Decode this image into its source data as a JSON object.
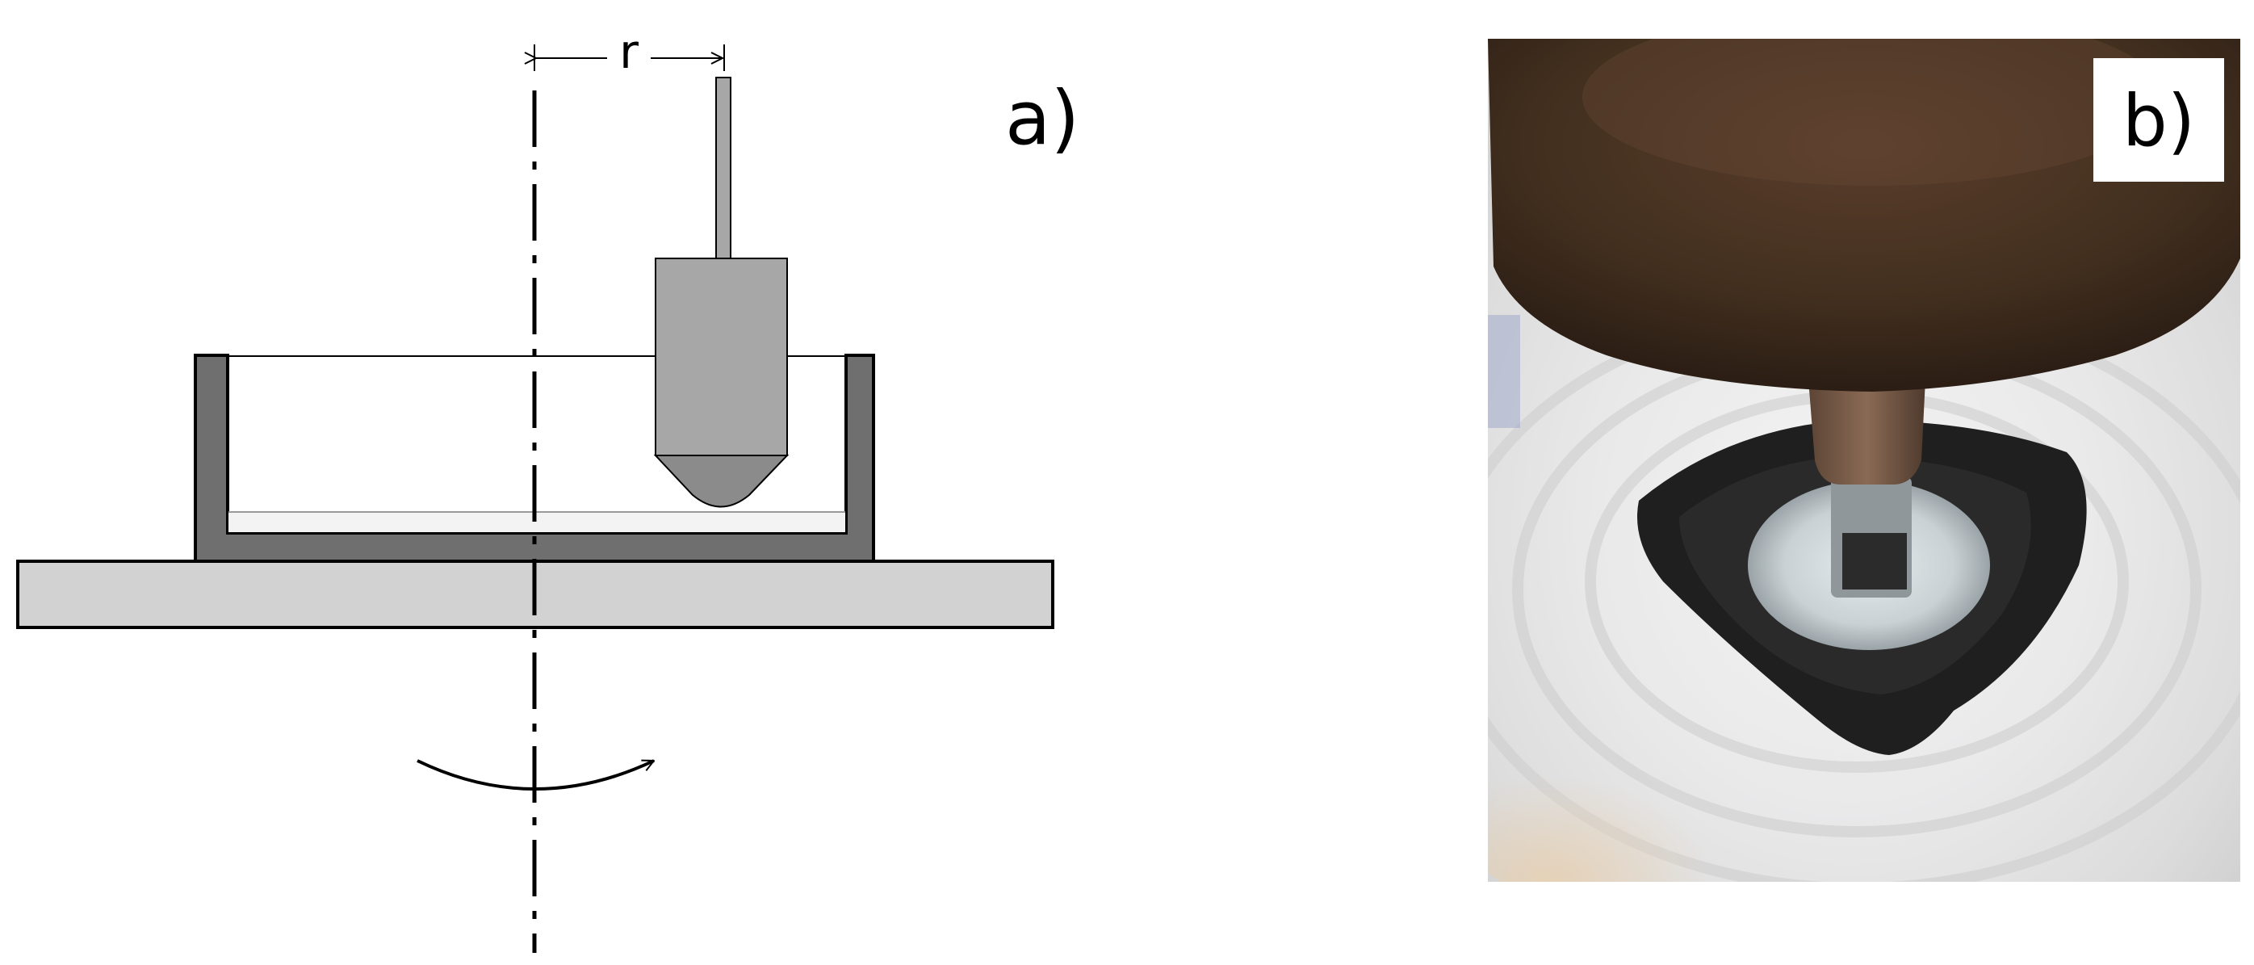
{
  "panel_a": {
    "label": "a)",
    "radius_label": "r"
  },
  "panel_b": {
    "label": "b)"
  },
  "colors": {
    "tool_gray": "#a7a7a7",
    "tip_gray": "#8b8b8b",
    "cup_wall": "#6f6f6f",
    "platform": "#d2d2d2",
    "stroke": "#000000",
    "photo_dark": "#3d2a20"
  }
}
